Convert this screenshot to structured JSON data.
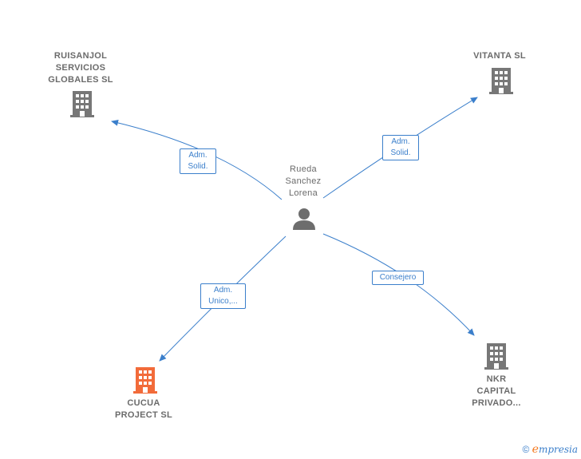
{
  "diagram": {
    "person": {
      "name": "Rueda\nSanchez\nLorena"
    },
    "companies": [
      {
        "id": "ruisanjol",
        "label": "RUISANJOL\nSERVICIOS\nGLOBALES SL",
        "color": "#777777"
      },
      {
        "id": "vitanta",
        "label": "VITANTA  SL",
        "color": "#777777"
      },
      {
        "id": "cucua",
        "label": "CUCUA\nPROJECT  SL",
        "color": "#f26b3a"
      },
      {
        "id": "nkr",
        "label": "NKR\nCAPITAL\nPRIVADO...",
        "color": "#777777"
      }
    ],
    "relations": [
      {
        "to": "ruisanjol",
        "label": "Adm.\nSolid."
      },
      {
        "to": "vitanta",
        "label": "Adm.\nSolid."
      },
      {
        "to": "cucua",
        "label": "Adm.\nUnico,..."
      },
      {
        "to": "nkr",
        "label": "Consejero"
      }
    ],
    "edge_color": "#3b7fcb"
  },
  "footer": {
    "copyright_symbol": "©",
    "brand_initial": "e",
    "brand_rest": "mpresia"
  }
}
